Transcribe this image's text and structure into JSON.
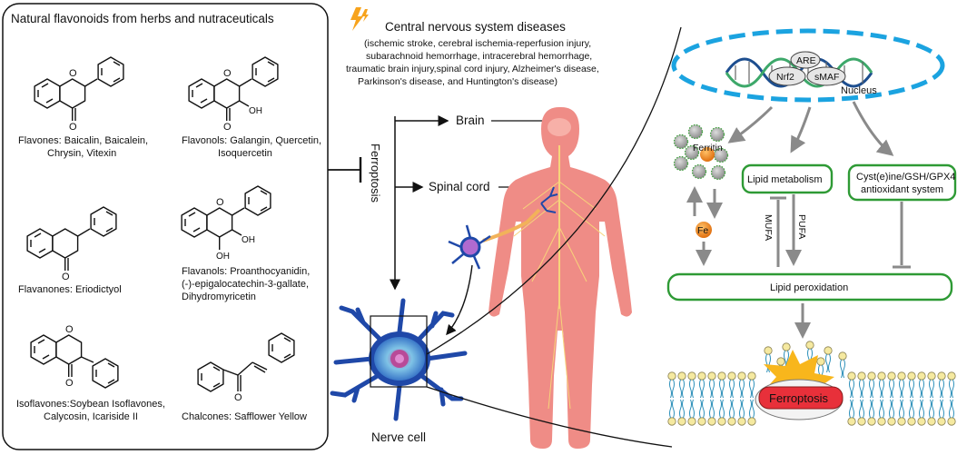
{
  "left_panel": {
    "title": "Natural flavonoids from herbs and nutraceuticals",
    "compounds": [
      {
        "line1": "Flavones: Baicalin, Baicalein,",
        "line2": "Chrysin, Vitexin",
        "line3": ""
      },
      {
        "line1": "Flavonols: Galangin, Quercetin,",
        "line2": "Isoquercetin",
        "line3": ""
      },
      {
        "line1": "Flavanones: Eriodictyol",
        "line2": "",
        "line3": ""
      },
      {
        "line1": "Flavanols: Proanthocyanidin,",
        "line2": "(-)-epigalocatechin-3-gallate,",
        "line3": "Dihydromyricetin"
      },
      {
        "line1": "Isoflavones:Soybean Isoflavones,",
        "line2": "Calycosin, Icariside II",
        "line3": ""
      },
      {
        "line1": "Chalcones: Safflower Yellow",
        "line2": "",
        "line3": ""
      }
    ],
    "atom_labels": {
      "oxygen": "O",
      "hydroxyl": "OH"
    }
  },
  "cns": {
    "title": "Central nervous system diseases",
    "diseases": [
      "(ischemic stroke, cerebral ischemia-reperfusion injury,",
      "subarachnoid hemorrhage, intracerebral hemorrhage,",
      "traumatic brain injury,spinal cord injury,  Alzheimer's disease,",
      "Parkinson's disease, and Huntington's disease)"
    ],
    "ferroptosis_label": "Ferroptosis",
    "brain": "Brain",
    "spinal_cord": "Spinal cord",
    "nerve_cell": "Nerve cell"
  },
  "mechanism": {
    "are": "ARE",
    "nrf2": "Nrf2",
    "smaf": "sMAF",
    "nucleus": "Nucleus",
    "ferritin": "Ferritin",
    "fe": "Fe",
    "lipid_metabolism": "Lipid metabolism",
    "antioxidant_line1": "Cyst(e)ine/GSH/GPX4",
    "antioxidant_line2": "antioxidant system",
    "mufa": "MUFA",
    "pufa": "PUFA",
    "lipid_peroxidation": "Lipid peroxidation",
    "ferroptosis": "Ferroptosis"
  },
  "colors": {
    "green": "#2e9a35",
    "nucleus_blue": "#1ba3e0",
    "body_pink": "#ef8c86",
    "neuron_blue": "#1f48a8",
    "ferroptosis_red": "#e8303a",
    "fe_orange": "#f08a1c",
    "arrow_grey": "#8a8a8a"
  }
}
